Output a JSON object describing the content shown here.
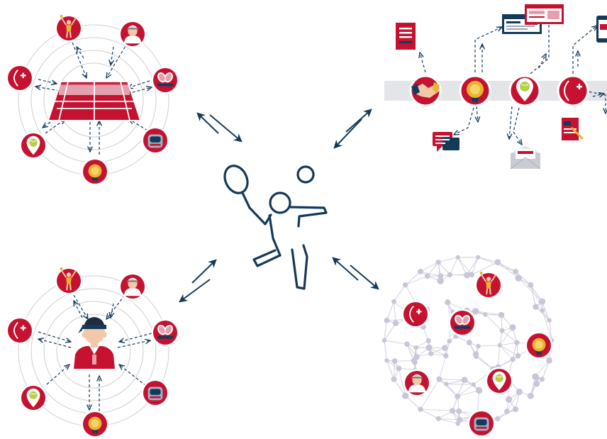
{
  "diagram": {
    "colors": {
      "primary_red": "#c41230",
      "dark_navy": "#143a5a",
      "grey_line": "#a8a8a8",
      "grey_band": "#e3e5e8",
      "node_grey": "#c9c6d8",
      "gold": "#e8b52e",
      "skin": "#f3c8a8"
    },
    "central": {
      "icon": "badminton-player-icon",
      "links": [
        "top-left-court-hub",
        "top-right-timeline",
        "bottom-left-athlete-hub",
        "bottom-right-network"
      ]
    },
    "top_left_court_hub": {
      "center_icon": "tennis-court-icon",
      "satellites": [
        "trophy-player-icon",
        "athlete-portrait-icon",
        "crossed-rackets-icon",
        "tennis-bag-icon",
        "medal-icon",
        "map-pin-ball-icon",
        "health-plus-icon"
      ]
    },
    "bottom_left_athlete_hub": {
      "center_icon": "athlete-with-headband-icon",
      "satellites": [
        "trophy-player-icon",
        "athlete-portrait-icon",
        "crossed-rackets-icon",
        "tennis-bag-icon",
        "medal-icon",
        "map-pin-ball-icon",
        "health-plus-icon"
      ]
    },
    "top_right_timeline": {
      "steps": [
        "handshake-icon",
        "medal-icon",
        "map-pin-ball-icon",
        "health-plus-icon"
      ],
      "documents": [
        "form-document-icon",
        "navy-browser-window-icon",
        "red-browser-window-icon",
        "tablet-icon",
        "chat-bubbles-icon",
        "envelope-icon",
        "news-document-icon"
      ]
    },
    "bottom_right_network": {
      "nodes": [
        "health-plus-icon",
        "trophy-player-icon",
        "crossed-rackets-icon",
        "medal-icon",
        "athlete-portrait-icon",
        "map-pin-ball-icon",
        "tennis-bag-icon"
      ]
    }
  }
}
